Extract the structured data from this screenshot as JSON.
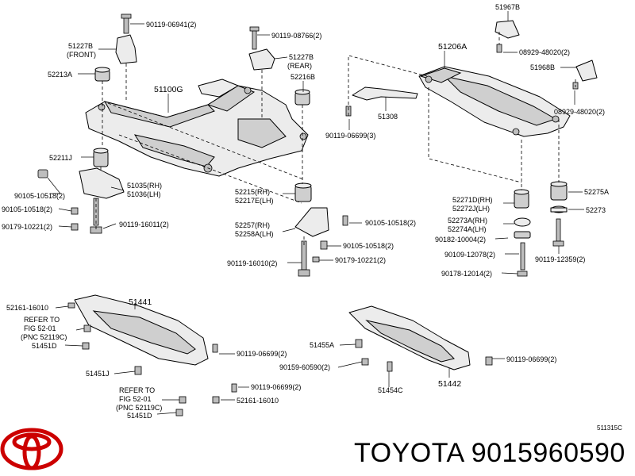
{
  "labels": {
    "p90119_06941": "90119-06941(2)",
    "p51227b_front": "51227B",
    "front": "(FRONT)",
    "p52213a": "52213A",
    "p51100g": "51100G",
    "p90119_08766": "90119-08766(2)",
    "p51227b_rear": "51227B",
    "rear": "(REAR)",
    "p52216b": "52216B",
    "p52211j": "52211J",
    "p90105_10518_a": "90105-10518(2)",
    "p51035": "51035(RH)",
    "p51036": "51036(LH)",
    "p90105_10518_b": "90105-10518(2)",
    "p90179_10221_a": "90179-10221(2)",
    "p90119_16011": "90119-16011(2)",
    "p52215": "52215(RH)",
    "p52217e": "52217E(LH)",
    "p52257": "52257(RH)",
    "p52258a": "52258A(LH)",
    "p90105_10518_c": "90105-10518(2)",
    "p90105_10518_d": "90105-10518(2)",
    "p90119_16010": "90119-16010(2)",
    "p90179_10221_b": "90179-10221(2)",
    "p51967b": "51967B",
    "p51206a": "51206A",
    "p08929_48020_a": "08929-48020(2)",
    "p51968b": "51968B",
    "p51308": "51308",
    "p08929_48020_b": "08929-48020(2)",
    "p90119_06699_a": "90119-06699(3)",
    "p52271d": "52271D(RH)",
    "p52272j": "52272J(LH)",
    "p52275a": "52275A",
    "p52273": "52273",
    "p52273a": "52273A(RH)",
    "p52274a": "52274A(LH)",
    "p90182_10004": "90182-10004(2)",
    "p90109_12078": "90109-12078(2)",
    "p90119_12359": "90119-12359(2)",
    "p90178_12014": "90178-12014(2)",
    "p52161_16010_a": "52161-16010",
    "p51441": "51441",
    "refer1_a": "REFER TO",
    "refer1_b": "FIG 52-01",
    "refer1_c": "(PNC 52119C)",
    "p51451d_a": "51451D",
    "p90119_06699_b": "90119-06699(2)",
    "p51451j": "51451J",
    "p90119_06699_c": "90119-06699(2)",
    "refer2_a": "REFER TO",
    "refer2_b": "FIG 52-01",
    "refer2_c": "(PNC 52119C)",
    "p52161_16010_b": "52161-16010",
    "p51451d_b": "51451D",
    "p51455a": "51455A",
    "p90159_60590": "90159-60590(2)",
    "p90119_06699_d": "90119-06699(2)",
    "p51454c": "51454C",
    "p51442": "51442"
  },
  "catalog_code": "511315C",
  "brand_caption": "TOYOTA 9015960590",
  "brand_color": "#cc0000",
  "logo_name": "toyota-logo"
}
